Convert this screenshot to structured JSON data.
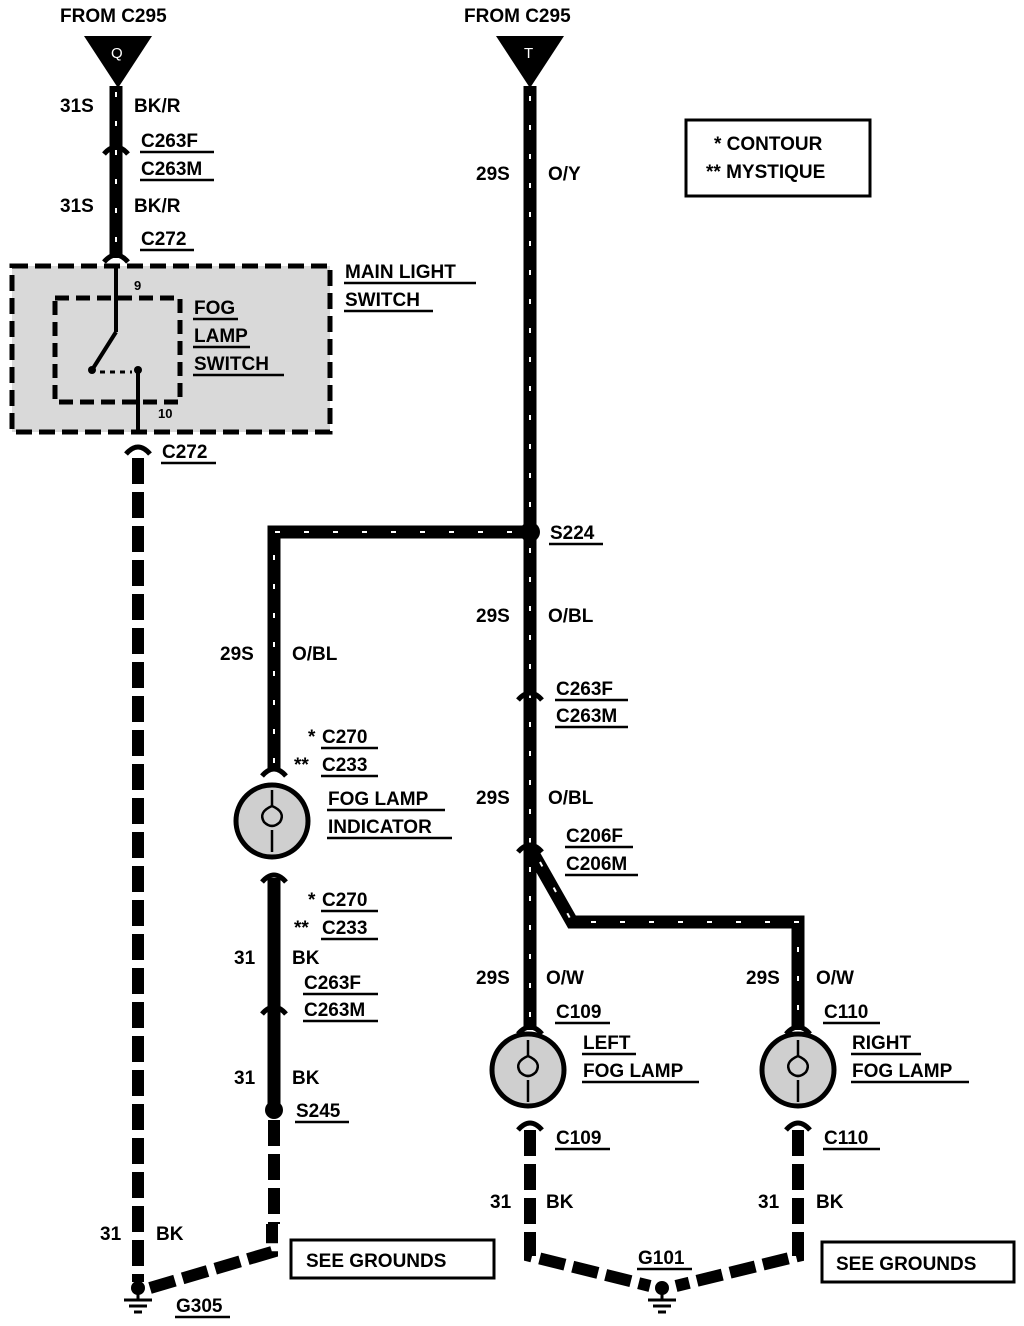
{
  "labels": {
    "from_left": "FROM C295",
    "from_right": "FROM C295",
    "pin_q": "Q",
    "pin_t": "T",
    "legend_contour": "*  CONTOUR",
    "legend_mystique": "** MYSTIQUE",
    "main_light_switch_1": "MAIN LIGHT",
    "main_light_switch_2": "SWITCH",
    "fog_lamp_switch_1": "FOG",
    "fog_lamp_switch_2": "LAMP",
    "fog_lamp_switch_3": "SWITCH",
    "pin_9": "9",
    "pin_10": "10",
    "circuit_31s_a": "31S",
    "color_bkr_a": "BK/R",
    "conn_c263f_a": "C263F",
    "conn_c263m_a": "C263M",
    "circuit_31s_b": "31S",
    "color_bkr_b": "BK/R",
    "conn_c272_top": "C272",
    "conn_c272_bot": "C272",
    "circuit_29s_oy": "29S",
    "color_oy": "O/Y",
    "splice_s224": "S224",
    "circuit_29s_obl_left": "29S",
    "color_obl_left": "O/BL",
    "circuit_29s_obl_a": "29S",
    "color_obl_a": "O/BL",
    "conn_c263f_b": "C263F",
    "conn_c263m_b": "C263M",
    "circuit_29s_obl_b": "29S",
    "color_obl_b": "O/BL",
    "conn_c206f": "C206F",
    "conn_c206m": "C206M",
    "star_c270_a": "*",
    "conn_c270_a": "C270",
    "star_c233_a": "**",
    "conn_c233_a": "C233",
    "fog_indicator_1": "FOG LAMP",
    "fog_indicator_2": "INDICATOR",
    "star_c270_b": "*",
    "conn_c270_b": "C270",
    "star_c233_b": "**",
    "conn_c233_b": "C233",
    "circuit_31_bk_a": "31",
    "color_bk_a": "BK",
    "conn_c263f_c": "C263F",
    "conn_c263m_c": "C263M",
    "circuit_31_bk_b": "31",
    "color_bk_b": "BK",
    "splice_s245": "S245",
    "circuit_31_bk_left": "31",
    "color_bk_left": "BK",
    "see_grounds_left": "SEE GROUNDS",
    "ground_g305": "G305",
    "circuit_29s_ow_left": "29S",
    "color_ow_left": "O/W",
    "circuit_29s_ow_right": "29S",
    "color_ow_right": "O/W",
    "conn_c109_top": "C109",
    "conn_c110_top": "C110",
    "left_fog_1": "LEFT",
    "left_fog_2": "FOG LAMP",
    "right_fog_1": "RIGHT",
    "right_fog_2": "FOG LAMP",
    "conn_c109_bot": "C109",
    "conn_c110_bot": "C110",
    "circuit_31_bk_c": "31",
    "color_bk_c": "BK",
    "circuit_31_bk_d": "31",
    "color_bk_d": "BK",
    "ground_g101": "G101",
    "see_grounds_right": "SEE GROUNDS"
  }
}
